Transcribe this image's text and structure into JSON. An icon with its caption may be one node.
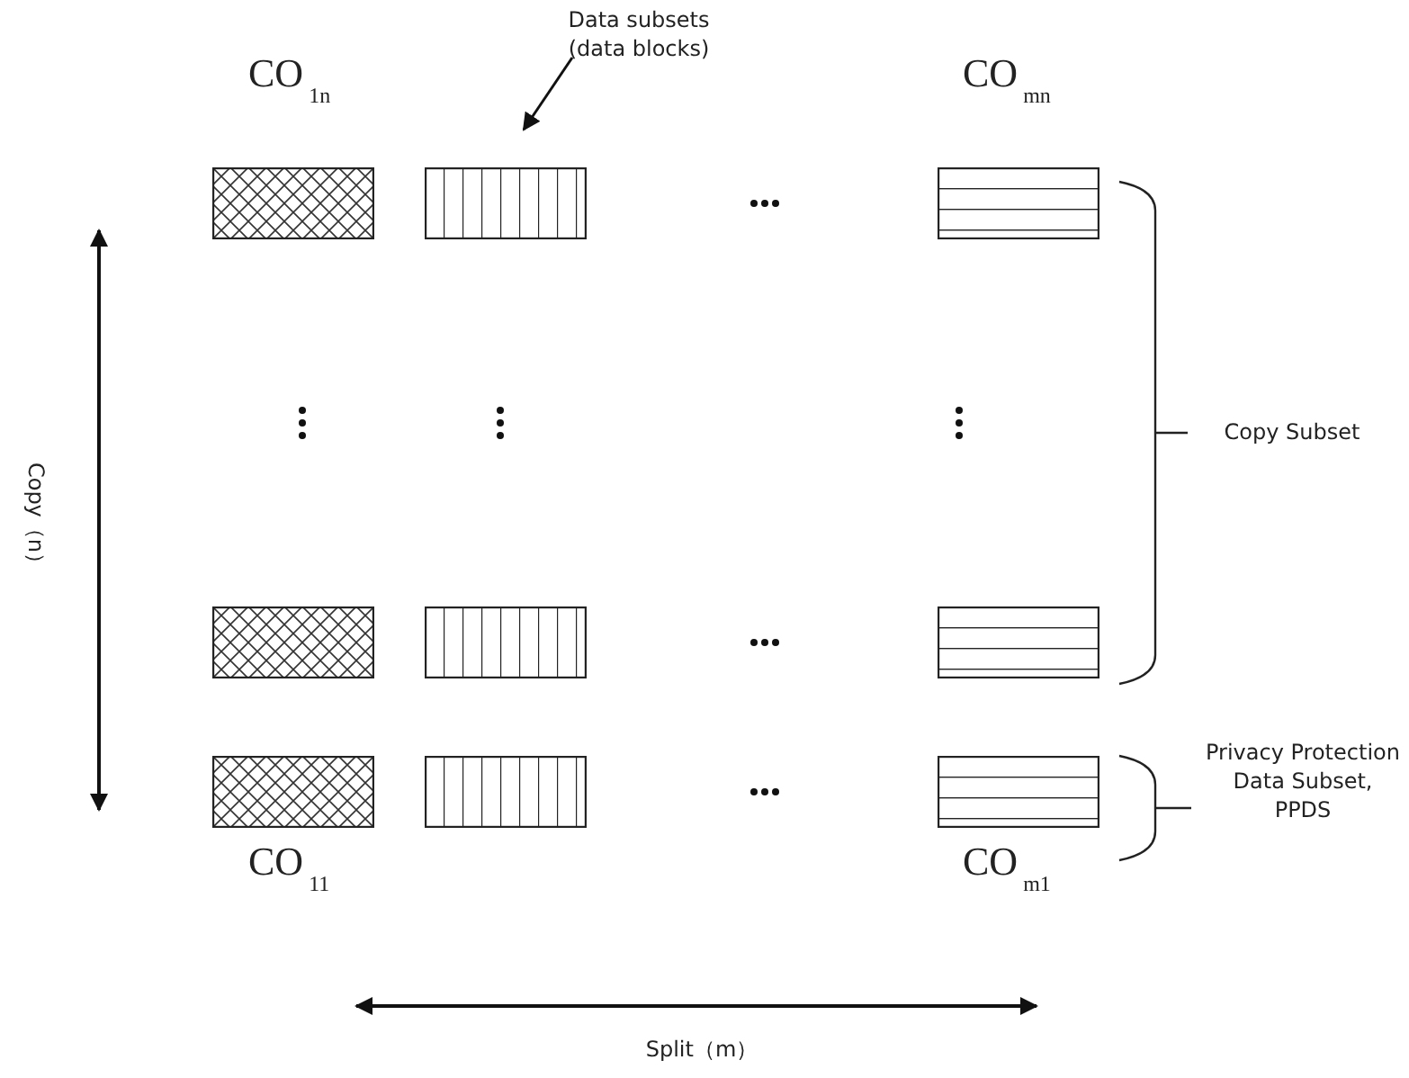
{
  "diagram": {
    "nodes": [
      {
        "text": [
          "Data subsets (data blocks)"
        ]
      },
      {
        "text": [],
        "shape": "box"
      },
      {
        "text": [],
        "shape": "box"
      },
      {
        "text": [],
        "shape": "box"
      },
      {
        "text": [],
        "shape": "box"
      },
      {
        "text": [],
        "shape": "box"
      },
      {
        "text": [],
        "shape": "box"
      },
      {
        "text": [],
        "shape": "box"
      },
      {
        "text": [],
        "shape": "box"
      },
      {
        "text": [],
        "shape": "box"
      }
    ],
    "edges": [
      {
        "from": 0,
        "to": 2,
        "arrow": "to"
      }
    ],
    "labels": [
      "CO$_{1n}$",
      "CO$_{mn}$",
      "Copy Subset",
      "Copy（n）",
      "Privacy Protection Data Subset, PPDS",
      "CO$_{11}$",
      "CO$_{m1}$",
      "Split（m）"
    ]
  }
}
